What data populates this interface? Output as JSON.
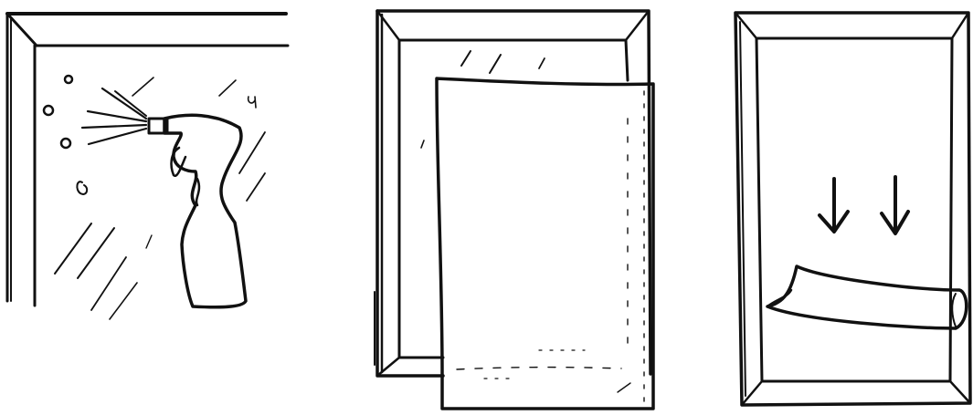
{
  "illustration": {
    "ink_color": "#111111",
    "paper_color": "#ffffff",
    "panels": [
      {
        "step": 1,
        "depicts": [
          "window-frame",
          "spray-bottle",
          "spray-mist",
          "water-droplets",
          "glass-glare"
        ]
      },
      {
        "step": 2,
        "depicts": [
          "window-frame",
          "paper-sheet",
          "glass-glare"
        ]
      },
      {
        "step": 3,
        "depicts": [
          "window-frame",
          "arrow-down",
          "arrow-down",
          "peeling-film"
        ]
      }
    ]
  }
}
